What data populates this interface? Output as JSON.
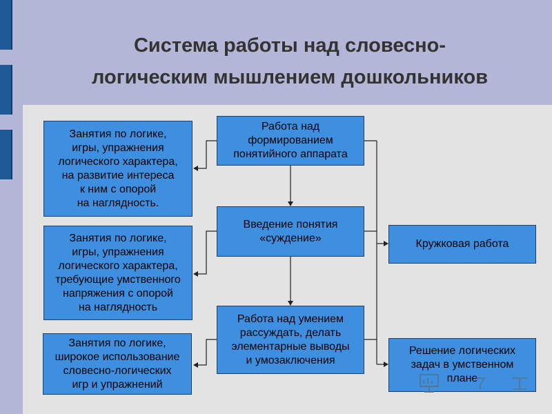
{
  "title": {
    "line1": "Система работы над словесно-",
    "line2": "логическим мышлением дошкольников"
  },
  "boxes": {
    "center_top": "Работа над\nформированием\nпонятийного аппарата",
    "center_mid": "Введение понятия\n«суждение»",
    "center_bottom": "Работа над умением\nрассуждать, делать\nэлементарные выводы\nи умозаключения",
    "left_top": "Занятия по логике,\nигры, упражнения\nлогического характера,\nна развитие интереса\nк ним с опорой\nна наглядность.",
    "left_mid": "Занятия по логике,\nигры, упражнения\nлогического характера,\nтребующие умственного\nнапряжения с опорой\nна наглядность",
    "left_bottom": "Занятия по логике,\nширокое использование\nсловесно-логических\nигр и упражнений",
    "right_top": "Кружковая работа",
    "right_bottom": "Решение логических\nзадач в умственном\nплане"
  },
  "colors": {
    "box_fill": "#3f8fe0",
    "background": "#b3b6d7",
    "content_area": "#e3e3e3",
    "accent_bar": "#1f5a96"
  }
}
